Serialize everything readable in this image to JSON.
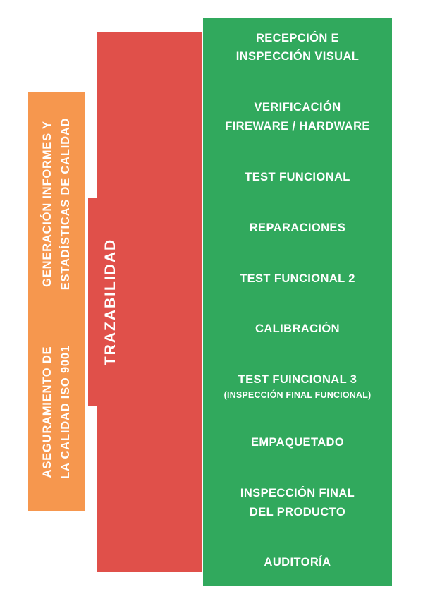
{
  "colors": {
    "orange": "#F6974E",
    "red": "#E0504A",
    "green": "#31A95D"
  },
  "quality_column": {
    "top_label": "GENERACIÓN INFORMES Y\nESTADÍSTICAS DE CALIDAD",
    "bottom_label": "ASEGURAMIENTO DE\nLA CALIDAD ISO 9001"
  },
  "traceability_column": {
    "label": "TRAZABILIDAD"
  },
  "process_column": {
    "steps": [
      {
        "label": "RECEPCIÓN E\nINSPECCIÓN VISUAL",
        "sublabel": ""
      },
      {
        "label": "VERIFICACIÓN\nFIREWARE / HARDWARE",
        "sublabel": ""
      },
      {
        "label": "TEST FUNCIONAL",
        "sublabel": ""
      },
      {
        "label": "REPARACIONES",
        "sublabel": ""
      },
      {
        "label": "TEST FUNCIONAL 2",
        "sublabel": ""
      },
      {
        "label": "CALIBRACIÓN",
        "sublabel": ""
      },
      {
        "label": "TEST FUINCIONAL 3",
        "sublabel": "(INSPECCIÓN FINAL FUNCIONAL)"
      },
      {
        "label": "EMPAQUETADO",
        "sublabel": ""
      },
      {
        "label": "INSPECCIÓN FINAL\nDEL PRODUCTO",
        "sublabel": ""
      },
      {
        "label": "AUDITORÍA",
        "sublabel": ""
      }
    ]
  }
}
